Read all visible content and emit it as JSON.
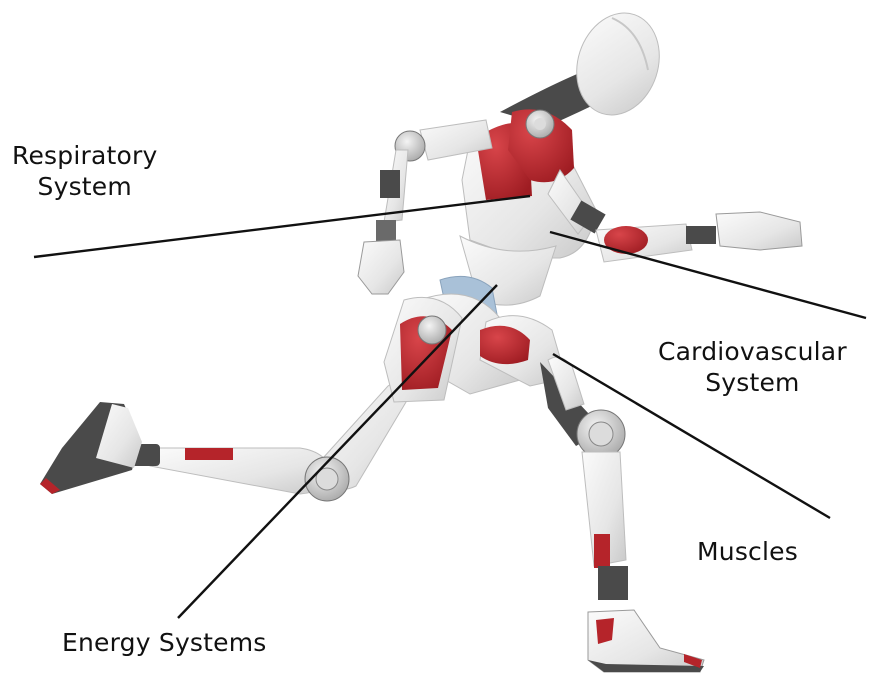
{
  "labels": {
    "respiratory": [
      "Respiratory",
      "System"
    ],
    "cardiovascular": [
      "Cardiovascular",
      "System"
    ],
    "muscles": "Muscles",
    "energy": "Energy Systems"
  },
  "colors": {
    "line": "#111111",
    "shell": "#e9e9e9",
    "shell_shade": "#cfcfcf",
    "joint_dark": "#4a4a4a",
    "accent_red": "#b5242a",
    "hip_blue": "#a9c1d8"
  },
  "icons": {
    "figure": "running-robot-mannequin"
  }
}
